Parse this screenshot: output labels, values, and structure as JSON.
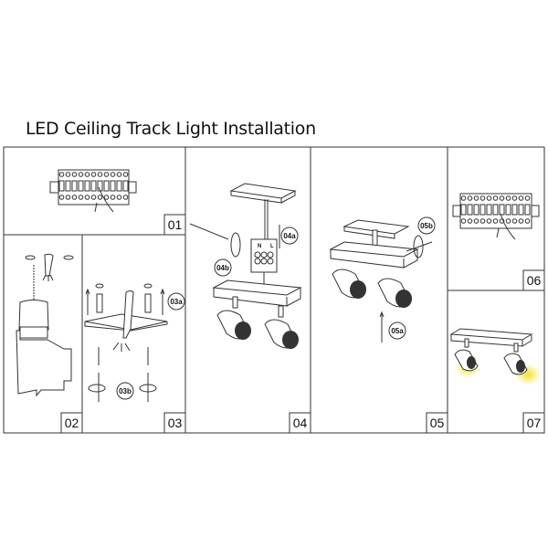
{
  "title": "LED Ceiling Track Light Installation",
  "steps": [
    {
      "number": "01"
    },
    {
      "number": "02"
    },
    {
      "number": "03",
      "callouts": [
        "03a",
        "03b"
      ]
    },
    {
      "number": "04",
      "callouts": [
        "04a",
        "04b"
      ],
      "terminal_labels": [
        "N",
        "L"
      ]
    },
    {
      "number": "05",
      "callouts": [
        "05a",
        "05b"
      ]
    },
    {
      "number": "06"
    },
    {
      "number": "07"
    }
  ],
  "colors": {
    "line": "#333333",
    "light_beam": "#f2e32a"
  }
}
